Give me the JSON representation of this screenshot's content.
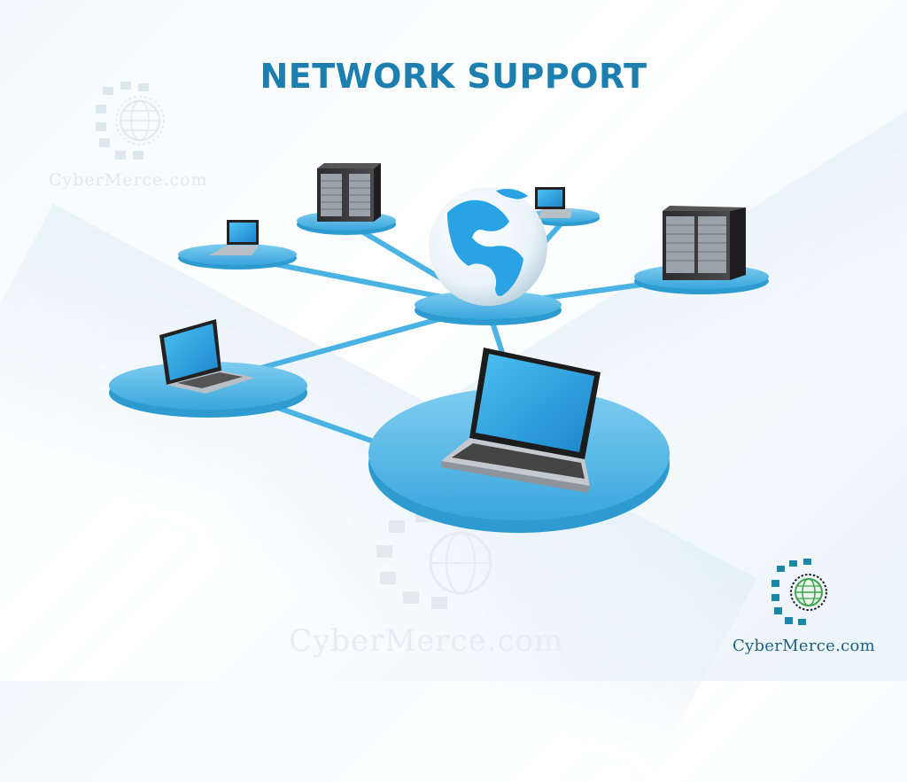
{
  "title": "NETWORK SUPPORT",
  "watermark": {
    "small_text": "CyberMerce.com",
    "large_text": "CyberMerce.com"
  },
  "brand": {
    "name": "CyberMerce.com",
    "icon": "globe-gear-logo-icon"
  },
  "colors": {
    "title": "#1c7fb0",
    "platform": "#4db6e6",
    "platform_dark": "#2e9bd0",
    "screen": "#2aa3e4",
    "brand_text": "#1e5f86",
    "logo_teal": "#1a87a8",
    "logo_green": "#3fa34d"
  },
  "diagram": {
    "center": "globe-icon",
    "nodes": [
      "laptop-icon",
      "server-icon",
      "laptop-icon",
      "server-icon",
      "laptop-icon",
      "laptop-icon"
    ]
  }
}
